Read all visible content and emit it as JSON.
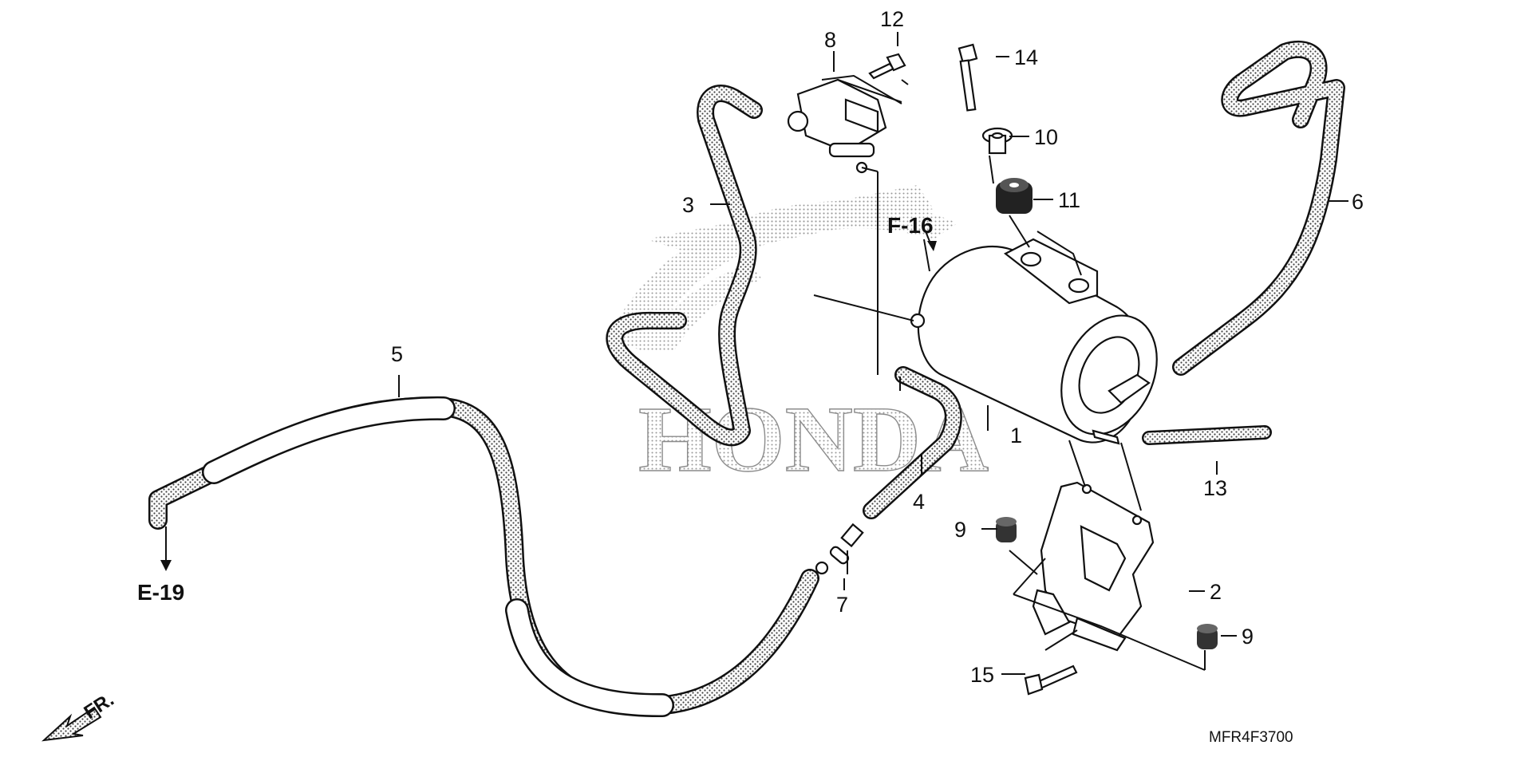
{
  "watermark": {
    "text": "HONDA"
  },
  "diagram_code": "MFR4F3700",
  "references": {
    "f16": "F-16",
    "e19": "E-19"
  },
  "front_indicator": {
    "label": "FR.",
    "icon": "front-direction-arrow-icon"
  },
  "callouts": [
    {
      "id": "1",
      "label": "1"
    },
    {
      "id": "2",
      "label": "2"
    },
    {
      "id": "3",
      "label": "3"
    },
    {
      "id": "4",
      "label": "4"
    },
    {
      "id": "5",
      "label": "5"
    },
    {
      "id": "6",
      "label": "6"
    },
    {
      "id": "7",
      "label": "7"
    },
    {
      "id": "8",
      "label": "8"
    },
    {
      "id": "9a",
      "label": "9"
    },
    {
      "id": "9b",
      "label": "9"
    },
    {
      "id": "10",
      "label": "10"
    },
    {
      "id": "11",
      "label": "11"
    },
    {
      "id": "12",
      "label": "12"
    },
    {
      "id": "13",
      "label": "13"
    },
    {
      "id": "14",
      "label": "14"
    },
    {
      "id": "15",
      "label": "15"
    }
  ],
  "colors": {
    "line": "#111111",
    "stipple": "#555555",
    "watermark": "#b5b5b5",
    "background": "#ffffff"
  }
}
